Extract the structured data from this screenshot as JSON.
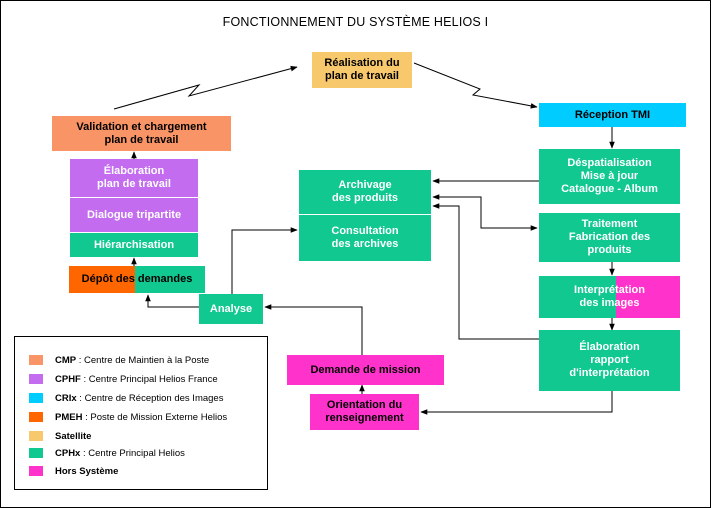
{
  "title": "FONCTIONNEMENT DU SYSTÈME HELIOS I",
  "colors": {
    "cmp": "#f99466",
    "cphf": "#c46cf0",
    "crix": "#00ccff",
    "pmeh": "#ff6600",
    "satellite": "#f8c86c",
    "cphx": "#10c890",
    "hors": "#ff33cc"
  },
  "boxes": {
    "realisation": "Réalisation du\nplan de travail",
    "reception": "Réception TMI",
    "validation": "Validation et chargement\nplan de travail",
    "elaboration_plan": "Élaboration\nplan de travail",
    "dialogue": "Dialogue tripartite",
    "hierarchisation": "Hiérarchisation",
    "depot": "Dépôt des demandes",
    "analyse": "Analyse",
    "archivage": "Archivage\ndes produits",
    "consultation": "Consultation\ndes archives",
    "despatialisation": "Déspatialisation\nMise à jour\nCatalogue - Album",
    "traitement": "Traitement\nFabrication des\nproduits",
    "interpretation": "Interprétation\ndes images",
    "elaboration_rapport": "Élaboration\nrapport\nd'interprétation",
    "demande_mission": "Demande de mission",
    "orientation": "Orientation du\nrenseignement"
  },
  "legend": [
    {
      "abbr": "CMP",
      "text": " : Centre de Maintien à la Poste",
      "color": "#f99466"
    },
    {
      "abbr": "CPHF",
      "text": " : Centre Principal Helios France",
      "color": "#c46cf0"
    },
    {
      "abbr": "CRIx",
      "text": " : Centre de Réception des Images",
      "color": "#00ccff"
    },
    {
      "abbr": "PMEH",
      "text": " : Poste de Mission Externe Helios",
      "color": "#ff6600"
    },
    {
      "abbr": "Satellite",
      "text": "",
      "color": "#f8c86c"
    },
    {
      "abbr": "CPHx",
      "text": " : Centre Principal Helios",
      "color": "#10c890"
    },
    {
      "abbr": "Hors Système",
      "text": "",
      "color": "#ff33cc"
    }
  ]
}
